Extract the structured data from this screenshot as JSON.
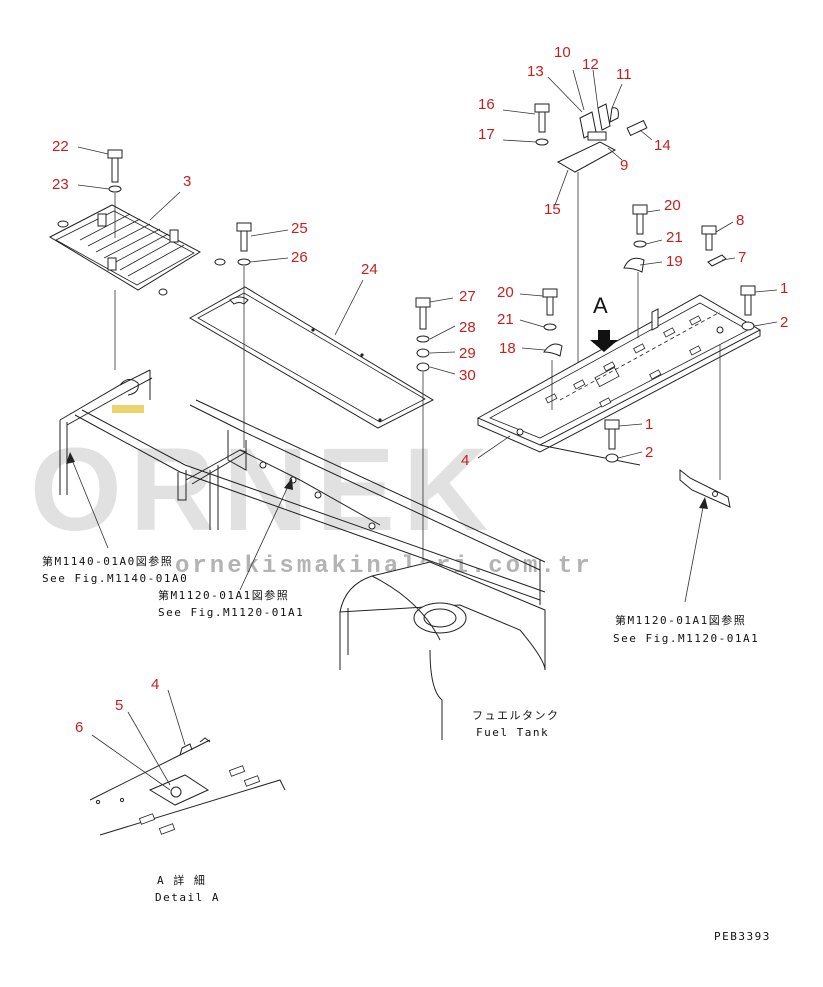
{
  "callouts": [
    {
      "label": "10"
    },
    {
      "label": "13"
    },
    {
      "label": "12"
    },
    {
      "label": "11"
    },
    {
      "label": "16"
    },
    {
      "label": "17"
    },
    {
      "label": "14"
    },
    {
      "label": "9"
    },
    {
      "label": "15"
    },
    {
      "label": "22"
    },
    {
      "label": "3"
    },
    {
      "label": "23"
    },
    {
      "label": "25"
    },
    {
      "label": "26"
    },
    {
      "label": "24"
    },
    {
      "label": "20"
    },
    {
      "label": "21"
    },
    {
      "label": "19"
    },
    {
      "label": "8"
    },
    {
      "label": "7"
    },
    {
      "label": "1"
    },
    {
      "label": "2"
    },
    {
      "label": "20"
    },
    {
      "label": "21"
    },
    {
      "label": "18"
    },
    {
      "label": "27"
    },
    {
      "label": "28"
    },
    {
      "label": "29"
    },
    {
      "label": "30"
    },
    {
      "label": "1"
    },
    {
      "label": "2"
    },
    {
      "label": "4"
    },
    {
      "label": "4"
    },
    {
      "label": "5"
    },
    {
      "label": "6"
    }
  ],
  "view_marker": "A",
  "notes": {
    "ref_m1140_jp": "第M1140-01A0図参照",
    "ref_m1140_en": "See Fig.M1140-01A0",
    "ref_m1120_left_jp": "第M1120-01A1図参照",
    "ref_m1120_left_en": "See Fig.M1120-01A1",
    "ref_m1120_right_jp": "第M1120-01A1図参照",
    "ref_m1120_right_en": "See Fig.M1120-01A1",
    "fuel_tank_jp": "フュエルタンク",
    "fuel_tank_en": "Fuel Tank",
    "detail_jp": "A 詳 細",
    "detail_en": "Detail A"
  },
  "drawing_number": "PEB3393",
  "watermark": {
    "text": "ORNEK",
    "url": "ornekismakinalari.com.tr"
  },
  "colors": {
    "callout": "#c42020",
    "line": "#222222",
    "watermark": "#c9c9c9"
  }
}
